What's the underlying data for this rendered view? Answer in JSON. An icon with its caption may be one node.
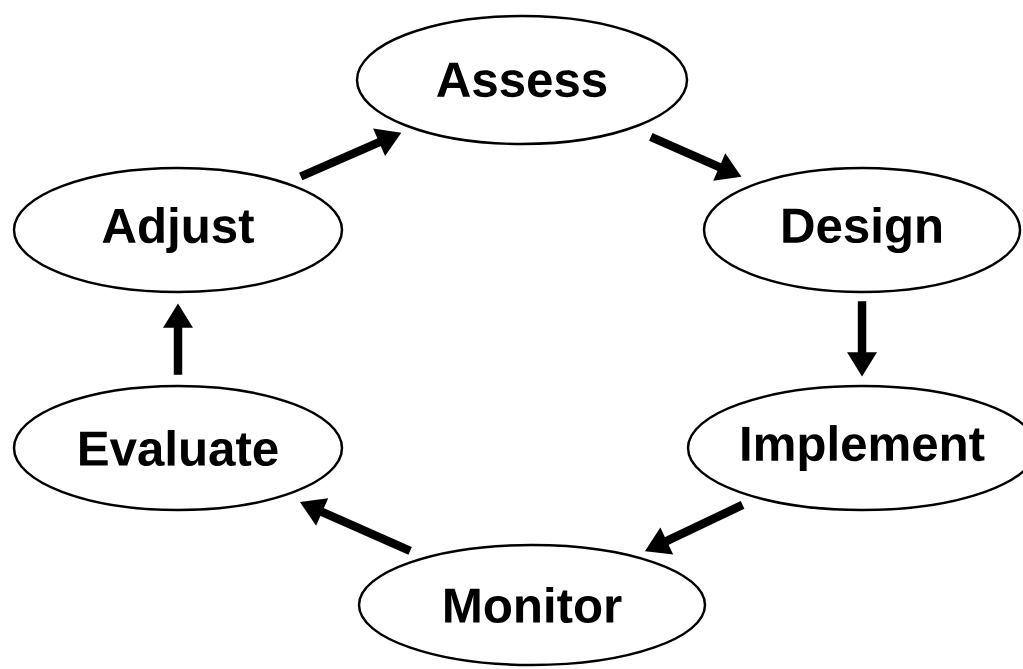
{
  "diagram": {
    "nodes": [
      {
        "text": [
          "Assess"
        ]
      },
      {
        "text": [
          "Design"
        ]
      },
      {
        "text": [
          "Implement"
        ]
      },
      {
        "text": [
          "Monitor"
        ]
      },
      {
        "text": [
          "Evaluate"
        ]
      },
      {
        "text": [
          "Adjust"
        ]
      }
    ],
    "edges": [
      {
        "from": 0,
        "to": 1,
        "arrow": "to"
      },
      {
        "from": 1,
        "to": 2,
        "arrow": "to"
      },
      {
        "from": 2,
        "to": 3,
        "arrow": "to"
      },
      {
        "from": 3,
        "to": 4,
        "arrow": "to"
      },
      {
        "from": 4,
        "to": 5,
        "arrow": "to"
      },
      {
        "from": 5,
        "to": 0,
        "arrow": "to"
      }
    ]
  }
}
